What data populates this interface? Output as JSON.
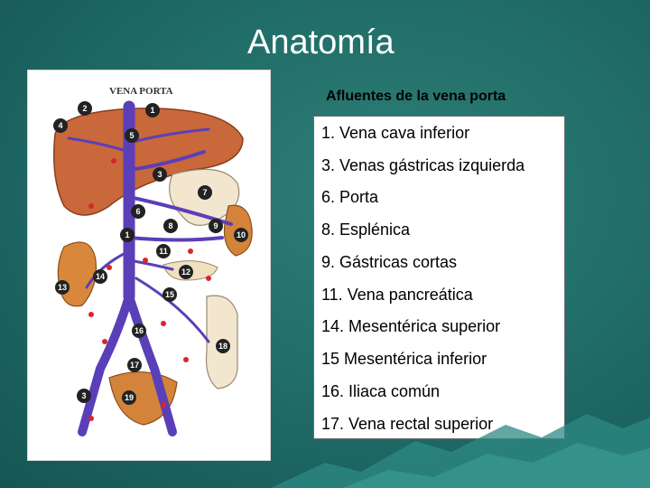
{
  "slide": {
    "title": "Anatomía",
    "illustration_label": "VENA PORTA",
    "illustration_markers": [
      "1",
      "2",
      "3",
      "4",
      "5",
      "6",
      "7",
      "8",
      "9",
      "10",
      "11",
      "12",
      "13",
      "14",
      "15",
      "16",
      "17",
      "18",
      "19",
      "1",
      "3"
    ],
    "subtitle": "Afluentes de la vena porta",
    "items": [
      "1. Vena cava inferior",
      "3. Venas gástricas izquierda",
      "6. Porta",
      "8. Esplénica",
      "9. Gástricas cortas",
      "11. Vena pancreática",
      "14. Mesentérica superior",
      "15 Mesentérica inferior",
      "16. Iliaca común",
      "17. Vena rectal superior"
    ]
  },
  "colors": {
    "background": "#1f6a66",
    "vein": "#5b3fb8",
    "organ": "#d9873a",
    "marker": "#222222"
  }
}
